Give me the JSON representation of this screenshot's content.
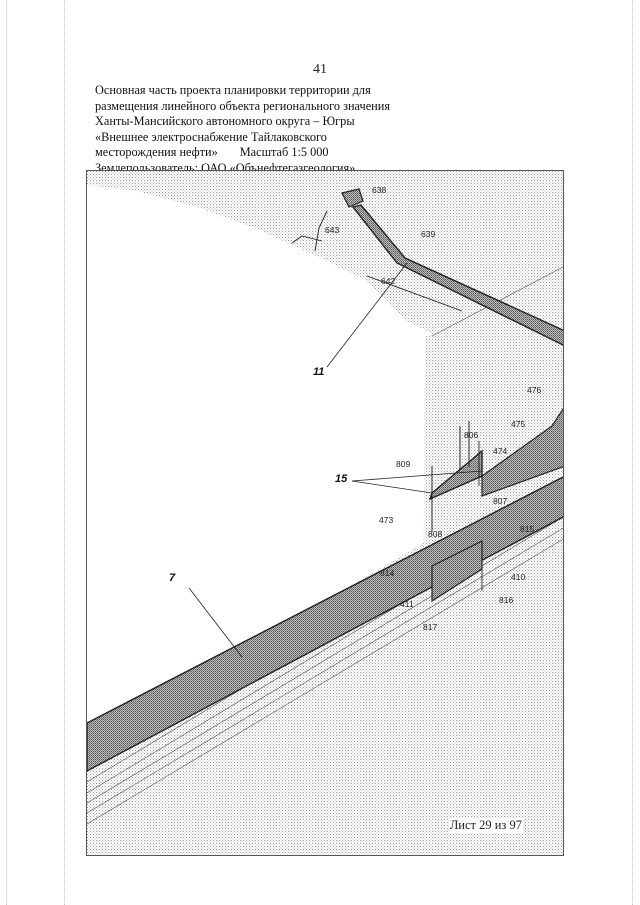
{
  "page_number": "41",
  "header": {
    "line1": "Основная часть проекта планировки территории для",
    "line2": "размещения линейного объекта регионального значения",
    "line3": "Ханты-Мансийского автономного округа – Югры",
    "line4": "«Внешнее электроснабжение Тайлаковского",
    "line5_left": "месторождения нефти»",
    "line5_scale": "Масштаб 1:5 000",
    "line6": "Землепользователь: ОАО «Обънефтегазгеология»"
  },
  "sheet_label": "Лист 29 из 97",
  "map": {
    "zone_labels": [
      "11",
      "15",
      "7"
    ],
    "point_labels": [
      "638",
      "643",
      "639",
      "642",
      "476",
      "475",
      "806",
      "474",
      "809",
      "807",
      "473",
      "808",
      "815",
      "814",
      "410",
      "411",
      "816",
      "817"
    ]
  },
  "colors": {
    "stipple": "#c4c4c4",
    "parcel_fill": "#8f8f8f",
    "line": "#222222"
  }
}
